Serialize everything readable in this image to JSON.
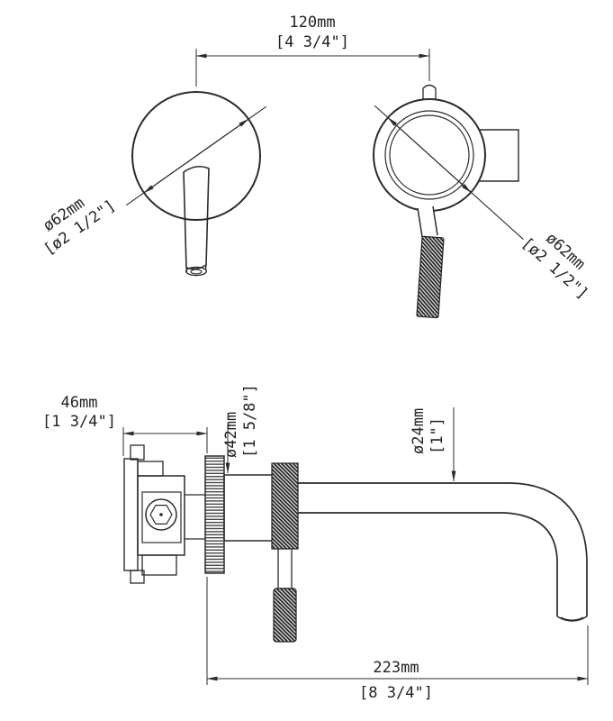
{
  "front_view": {
    "width": {
      "mm": "120mm",
      "inch": "[4 3/4\"]"
    },
    "left_dia": {
      "mm": "ø62mm",
      "inch": "[ø2 1/2\"]"
    },
    "right_dia": {
      "mm": "ø62mm",
      "inch": "[ø2 1/2\"]"
    }
  },
  "side_view": {
    "depth": {
      "mm": "46mm",
      "inch": "[1 3/4\"]"
    },
    "body_dia": {
      "mm": "ø42mm",
      "inch": "[1 5/8\"]"
    },
    "spout_dia": {
      "mm": "ø24mm",
      "inch": "[1\"]"
    },
    "reach": {
      "mm": "223mm",
      "inch": "[8 3/4\"]"
    }
  },
  "colors": {
    "ink": "#2b2b2b"
  }
}
